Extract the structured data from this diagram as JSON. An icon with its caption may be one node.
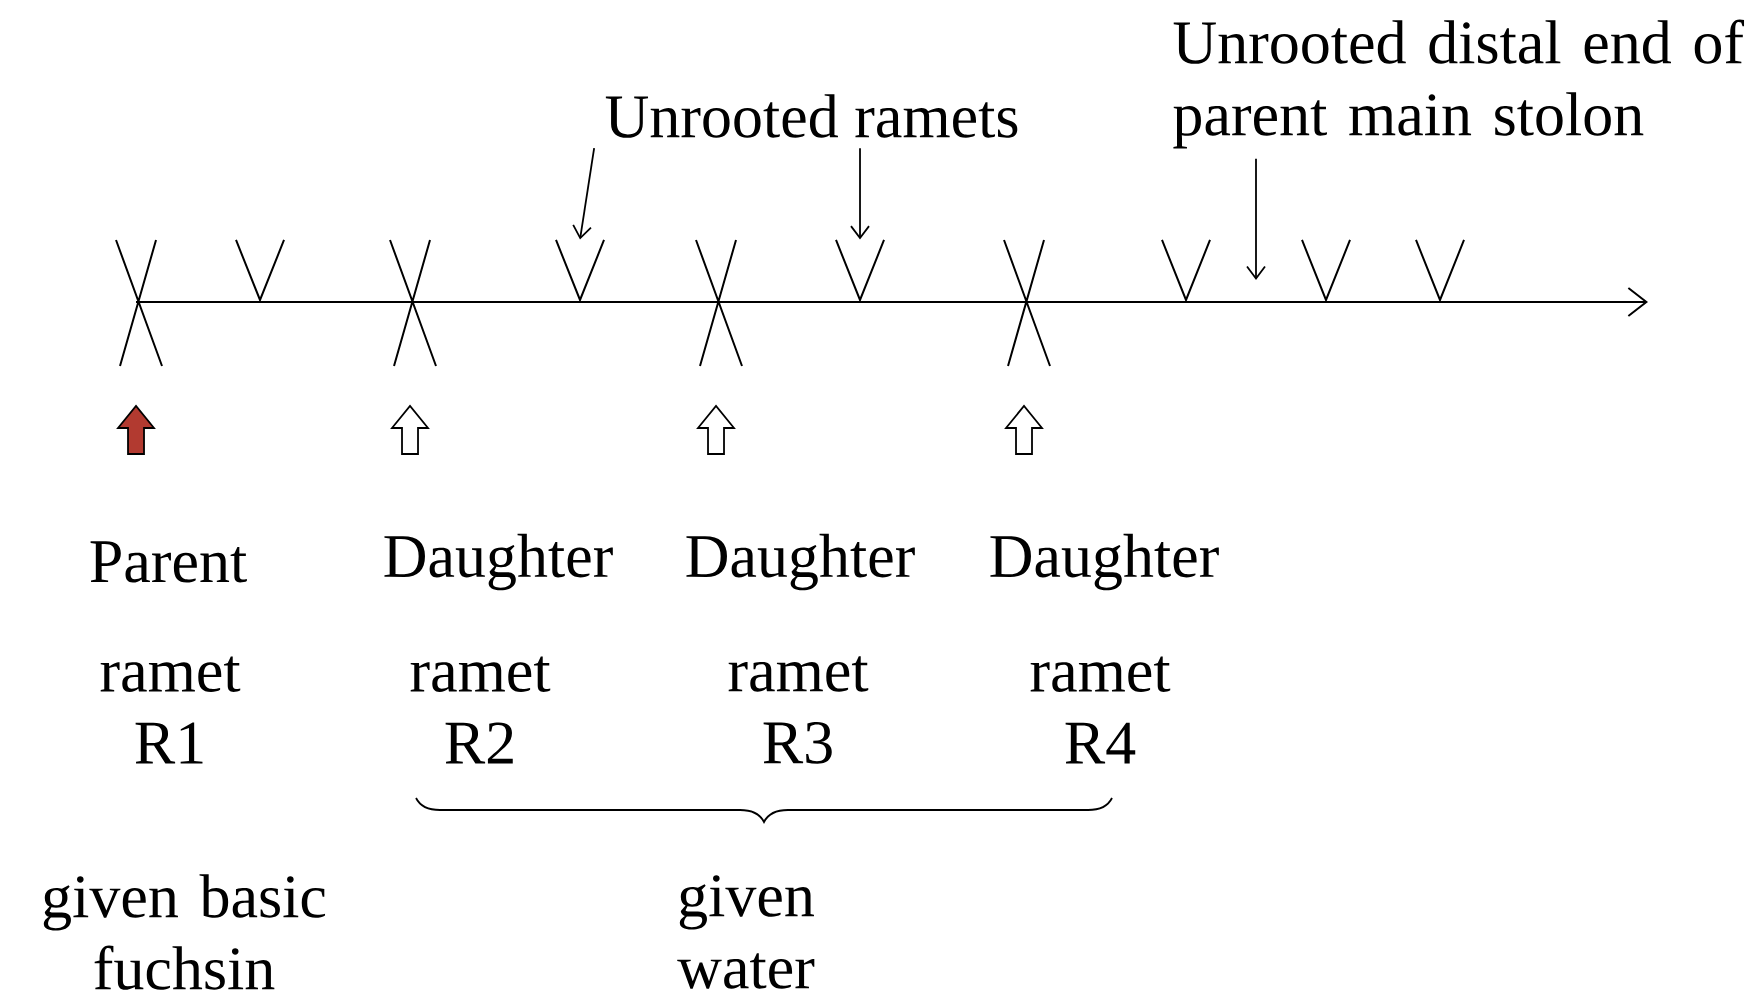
{
  "diagram": {
    "nodes": [
      {
        "text": [
          "Unrooted ramets"
        ]
      },
      {
        "text": [
          "Unrooted distal end of parent main stolon"
        ]
      },
      {
        "text": [],
        "shape": "chevron"
      },
      {
        "text": [],
        "shape": "chevron"
      }
    ],
    "edges": [
      {
        "from": 0,
        "to": 2,
        "arrow": "to"
      },
      {
        "from": 0,
        "to": 3,
        "arrow": "to"
      },
      {
        "from": 1,
        "to": null,
        "arrow": "to"
      }
    ],
    "labels": [
      "Parent",
      "Daughter",
      "Daughter",
      "Daughter",
      "ramet R1",
      "ramet R2",
      "ramet R3",
      "ramet R4",
      "given basic fuchsin",
      "given water"
    ]
  }
}
